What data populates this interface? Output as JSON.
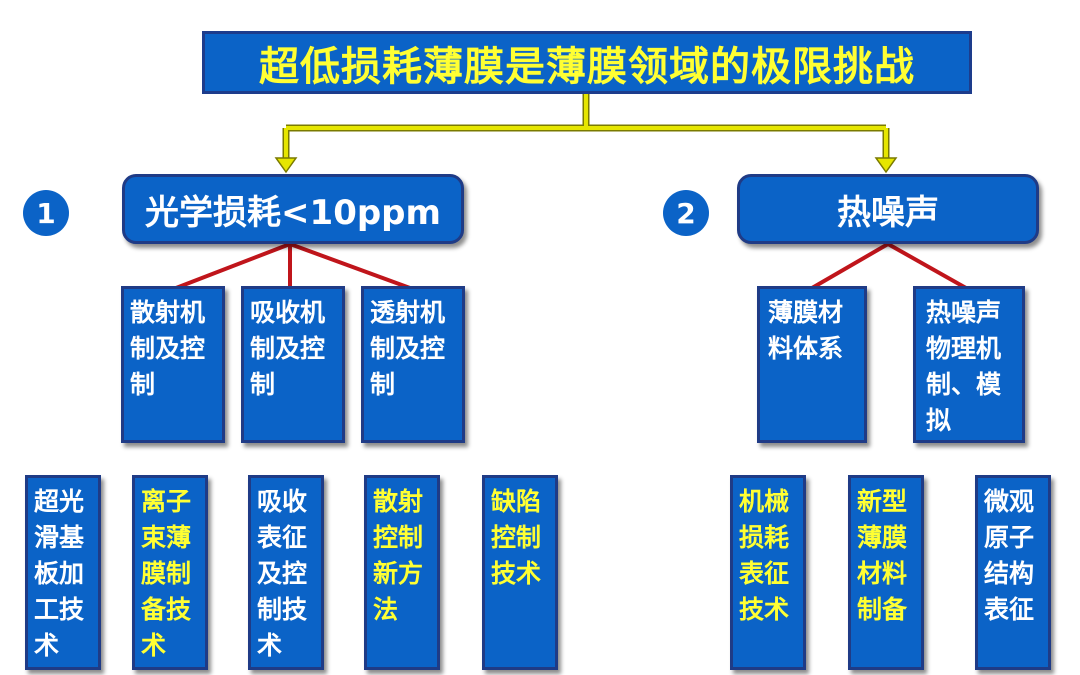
{
  "title": "超低损耗薄膜是薄膜领域的极限挑战",
  "colors": {
    "box_fill": "#0b63c7",
    "box_border": "#1f3b86",
    "highlight_text": "#ffff33",
    "yellow_connector": "#e6e600",
    "red_connector": "#c0151b"
  },
  "branches": [
    {
      "number": "1",
      "label": "光学损耗<10ppm",
      "subs": [
        {
          "label": "散射机制及控制"
        },
        {
          "label": "吸收机制及控制"
        },
        {
          "label": "透射机制及控制"
        }
      ],
      "leaves": [
        {
          "label": "超光滑基板加工技术",
          "highlight": false
        },
        {
          "label": "离子束薄膜制备技术",
          "highlight": true
        },
        {
          "label": "吸收表征及控制技术",
          "highlight": false
        },
        {
          "label": "散射控制新方法",
          "highlight": true
        },
        {
          "label": "缺陷控制技术",
          "highlight": true
        }
      ]
    },
    {
      "number": "2",
      "label": "热噪声",
      "subs": [
        {
          "label": "薄膜材料体系"
        },
        {
          "label": "热噪声物理机制、模拟"
        }
      ],
      "leaves": [
        {
          "label": "机械损耗表征技术",
          "highlight": true
        },
        {
          "label": "新型薄膜材料制备",
          "highlight": true
        },
        {
          "label": "微观原子结构表征",
          "highlight": false
        }
      ]
    }
  ]
}
